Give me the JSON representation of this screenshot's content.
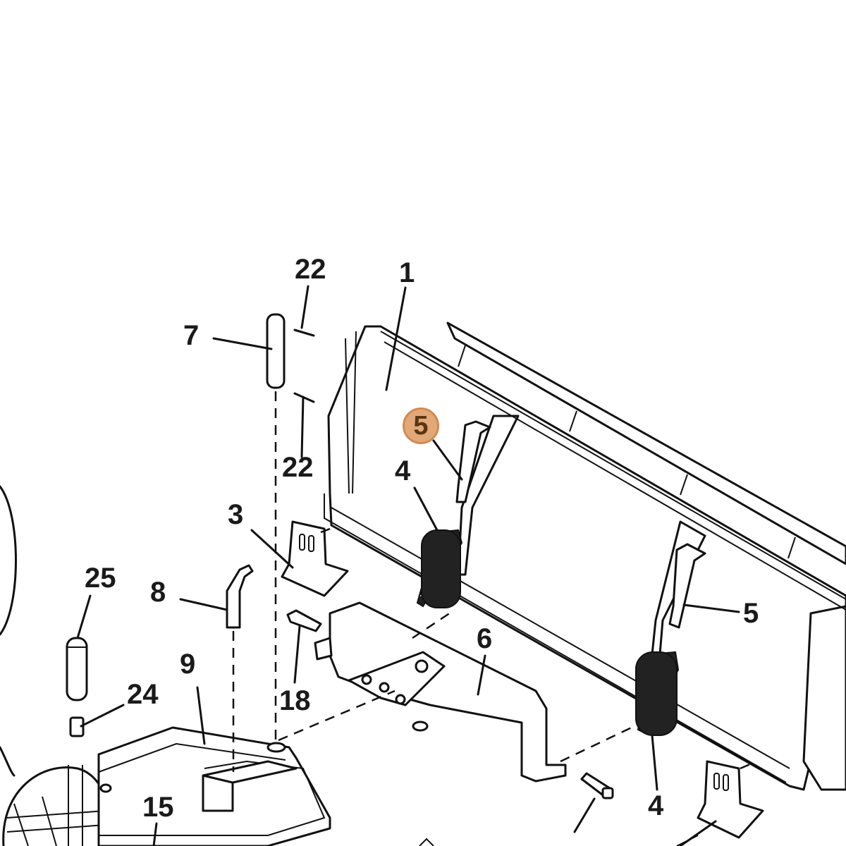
{
  "diagram": {
    "callouts": [
      {
        "id": "c22a",
        "text": "22"
      },
      {
        "id": "c1",
        "text": "1"
      },
      {
        "id": "c7",
        "text": "7"
      },
      {
        "id": "c22b",
        "text": "22"
      },
      {
        "id": "c5a",
        "text": "5",
        "highlighted": true
      },
      {
        "id": "c4a",
        "text": "4"
      },
      {
        "id": "c3",
        "text": "3"
      },
      {
        "id": "c25",
        "text": "25"
      },
      {
        "id": "c8",
        "text": "8"
      },
      {
        "id": "c5b",
        "text": "5"
      },
      {
        "id": "c6",
        "text": "6"
      },
      {
        "id": "c9",
        "text": "9"
      },
      {
        "id": "c24",
        "text": "24"
      },
      {
        "id": "c18a",
        "text": "18"
      },
      {
        "id": "c15",
        "text": "15"
      },
      {
        "id": "c4b",
        "text": "4"
      }
    ],
    "highlight_color": "#e2a877"
  }
}
